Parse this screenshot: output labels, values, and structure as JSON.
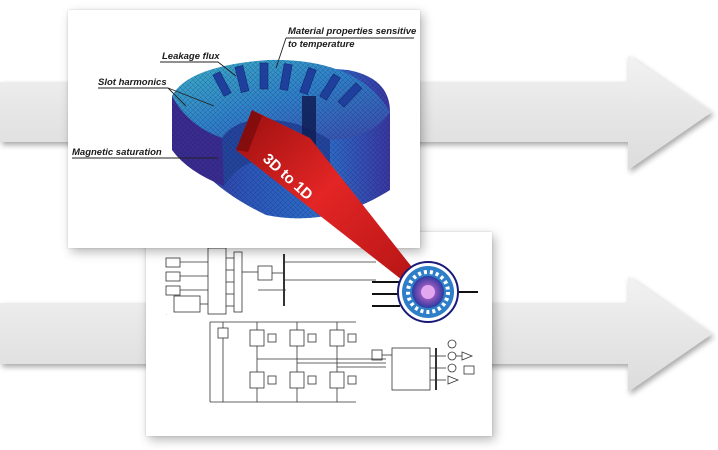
{
  "labels": {
    "material_properties_line1": "Material properties sensitive",
    "material_properties_line2": "to temperature",
    "leakage_flux": "Leakage flux",
    "slot_harmonics": "Slot harmonics",
    "magnetic_saturation": "Magnetic saturation"
  },
  "banner": "3D to 1D",
  "colors": {
    "arrow": "#ebebeb",
    "banner_red": "#d81e1e",
    "mesh_blue": "#2b52b4",
    "mesh_teal": "#3aa8b8",
    "mesh_purple": "#5a2f9c"
  },
  "icons": {
    "arrow_top": "right-arrow",
    "arrow_bottom": "right-arrow",
    "motor": "motor-cross-section-icon"
  }
}
